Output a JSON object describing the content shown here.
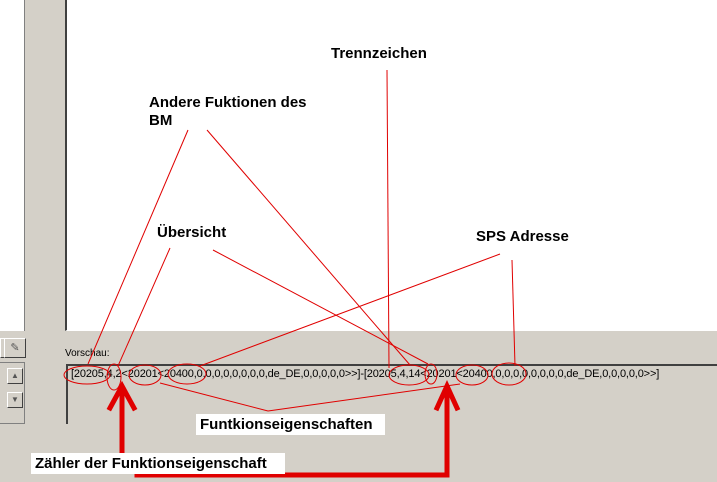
{
  "preview": {
    "label": "Vorschau:",
    "text": "[20205,4,2<20201<20400,0,0,0,0,0,0,0,0,de_DE,0,0,0,0,0>>]-[20205,4,14<20201<20400,0,0,0,0,0,0,0,0,de_DE,0,0,0,0,0>>]"
  },
  "annotations": {
    "trennzeichen": "Trennzeichen",
    "andere_line1": "Andere Fuktionen des",
    "andere_line2": "BM",
    "uebersicht": "Übersicht",
    "sps_adresse": "SPS Adresse",
    "funktionseigenschaften": "Funtkionseigenschaften",
    "zaehler": "Zähler der Funktionseigenschaft"
  },
  "colors": {
    "annotation": "#e00000",
    "background": "#d4d0c8"
  }
}
